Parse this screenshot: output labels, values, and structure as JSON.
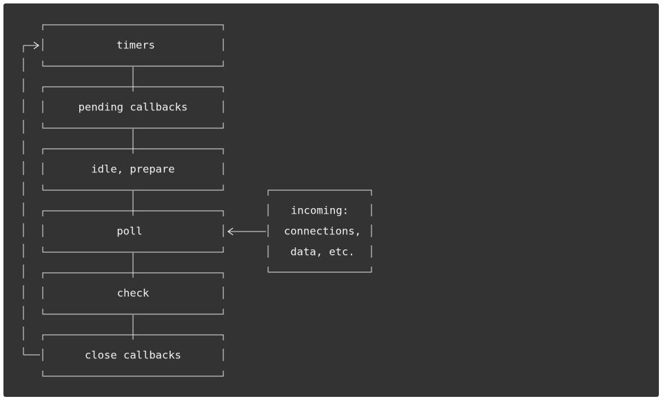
{
  "phases": [
    {
      "label": "timers"
    },
    {
      "label": "pending callbacks"
    },
    {
      "label": "idle, prepare"
    },
    {
      "label": "poll"
    },
    {
      "label": "check"
    },
    {
      "label": "close callbacks"
    }
  ],
  "incoming": {
    "lines": [
      "incoming:",
      "connections,",
      "data, etc."
    ]
  }
}
